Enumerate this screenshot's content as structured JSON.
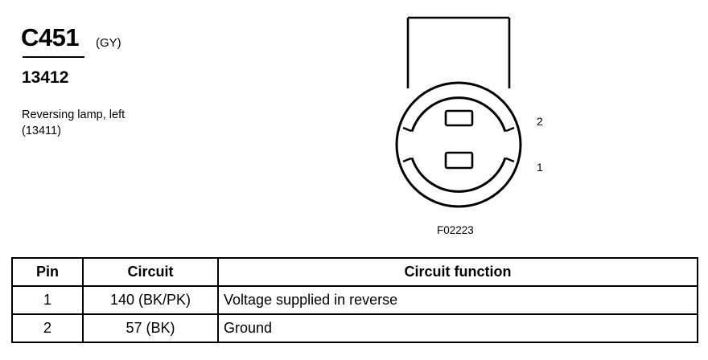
{
  "header": {
    "connector_id": "C451",
    "color_code": "(GY)",
    "part_number": "13412",
    "description_line1": "Reversing lamp, left",
    "description_line2": "(13411)"
  },
  "diagram": {
    "pin_label_2": "2",
    "pin_label_1": "1",
    "figure_code": "F02223"
  },
  "table": {
    "headers": {
      "pin": "Pin",
      "circuit": "Circuit",
      "function": "Circuit function"
    },
    "rows": [
      {
        "pin": "1",
        "circuit": "140 (BK/PK)",
        "function": "Voltage supplied in reverse"
      },
      {
        "pin": "2",
        "circuit": "57 (BK)",
        "function": "Ground"
      }
    ]
  }
}
